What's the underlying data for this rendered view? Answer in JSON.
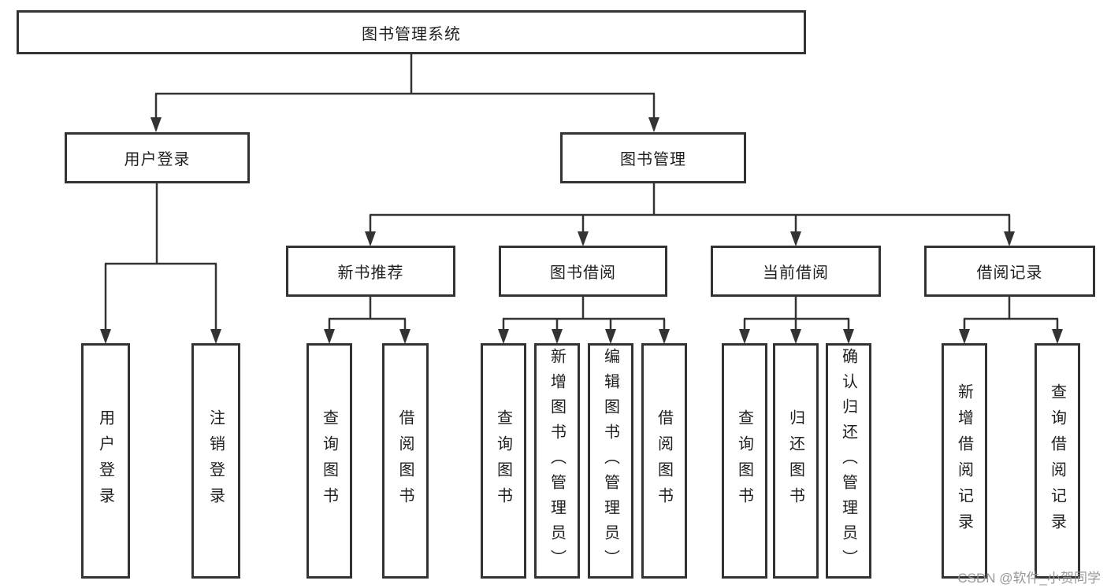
{
  "tree": {
    "root": "图书管理系统",
    "branches": [
      {
        "label": "用户登录",
        "children": [
          "用户登录",
          "注销登录"
        ]
      },
      {
        "label": "图书管理",
        "groups": [
          {
            "label": "新书推荐",
            "children": [
              "查询图书",
              "借阅图书"
            ]
          },
          {
            "label": "图书借阅",
            "children": [
              "查询图书",
              "新增图书（管理员）",
              "编辑图书（管理员）",
              "借阅图书"
            ]
          },
          {
            "label": "当前借阅",
            "children": [
              "查询图书",
              "归还图书",
              "确认归还（管理员）"
            ]
          },
          {
            "label": "借阅记录",
            "children": [
              "新增借阅记录",
              "查询借阅记录"
            ]
          }
        ]
      }
    ]
  },
  "watermark": {
    "text": "CSDN @软件_小贺同学"
  },
  "colors": {
    "line": "#333333",
    "text": "#1f1f1f",
    "watermark": "#949494",
    "background": "#ffffff"
  }
}
